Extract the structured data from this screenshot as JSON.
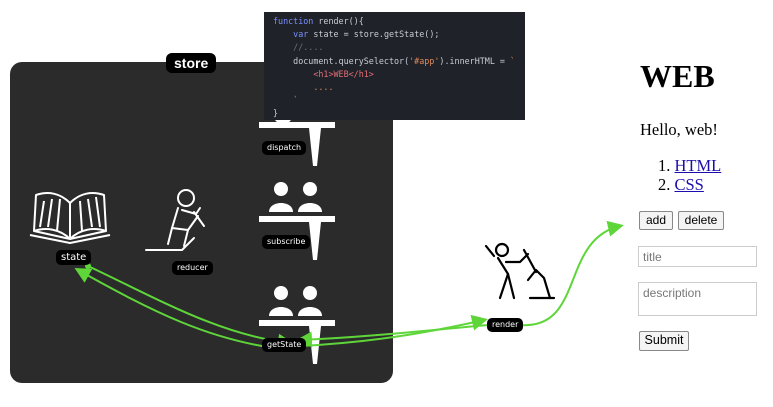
{
  "diagram": {
    "store_label": "store",
    "nodes": {
      "state": "state",
      "reducer": "reducer",
      "dispatch": "dispatch",
      "subscribe": "subscribe",
      "getstate": "getState",
      "render": "render"
    },
    "code_lines": [
      "function render(){",
      "    var state = store.getState();",
      "    //....",
      "    document.querySelector('#app').innerHTML = `",
      "        <h1>WEB</h1>",
      "        ....",
      "    `",
      "}"
    ],
    "icons": [
      "open-book-icon",
      "writer-icon",
      "clerk-counter-icon",
      "clerks-counter-icon",
      "worker-digging-icon"
    ],
    "arrow_color": "#5ed63a"
  },
  "webpage": {
    "title": "WEB",
    "greeting": "Hello, web!",
    "list": [
      {
        "num": "1.",
        "label": "HTML"
      },
      {
        "num": "2.",
        "label": "CSS"
      }
    ],
    "add_label": "add",
    "delete_label": "delete",
    "title_placeholder": "title",
    "description_placeholder": "description",
    "submit_label": "Submit"
  }
}
